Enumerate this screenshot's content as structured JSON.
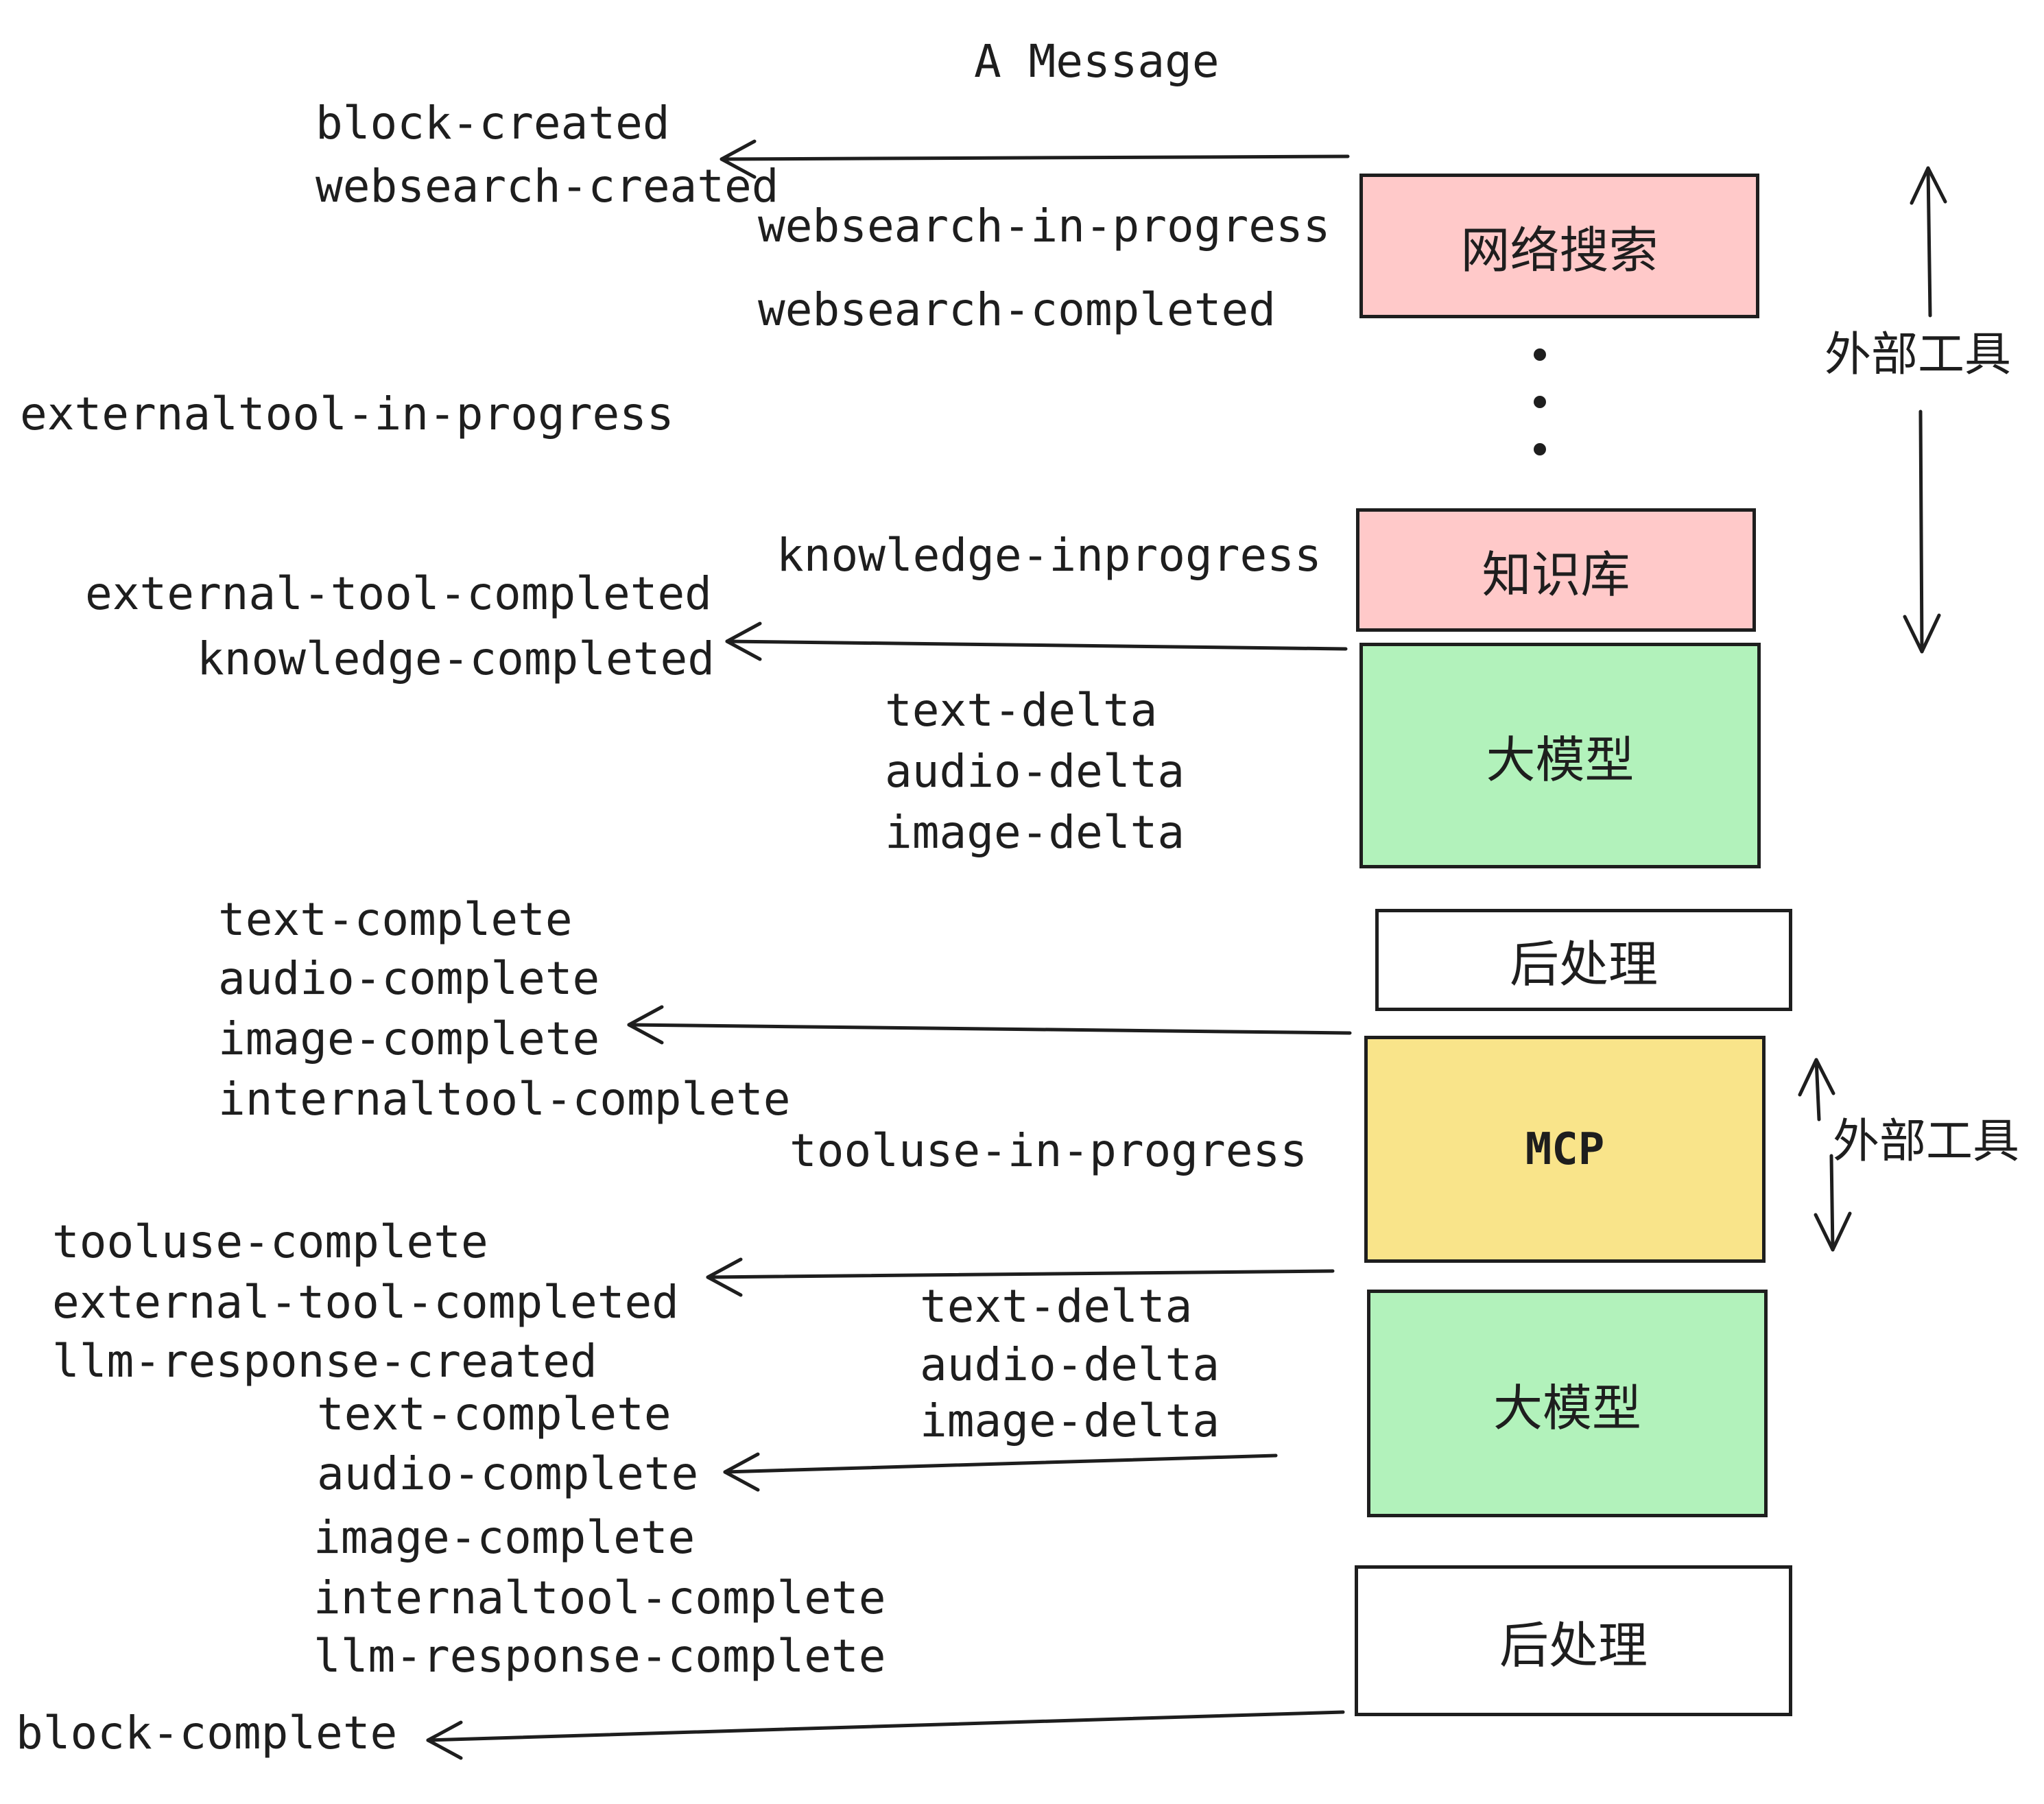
{
  "title": "A Message",
  "events": [
    {
      "text": "block-created"
    },
    {
      "text": "websearch-created"
    },
    {
      "text": "websearch-in-progress"
    },
    {
      "text": "websearch-completed"
    },
    {
      "text": "externaltool-in-progress"
    },
    {
      "text": "knowledge-inprogress"
    },
    {
      "text": "external-tool-completed"
    },
    {
      "text": "knowledge-completed"
    },
    {
      "text": "text-delta"
    },
    {
      "text": "audio-delta"
    },
    {
      "text": "image-delta"
    },
    {
      "text": "text-complete"
    },
    {
      "text": "audio-complete"
    },
    {
      "text": "image-complete"
    },
    {
      "text": "internaltool-complete"
    },
    {
      "text": "tooluse-in-progress"
    },
    {
      "text": "tooluse-complete"
    },
    {
      "text": "external-tool-completed"
    },
    {
      "text": "llm-response-created"
    },
    {
      "text": "text-delta"
    },
    {
      "text": "audio-delta"
    },
    {
      "text": "image-delta"
    },
    {
      "text": "text-complete"
    },
    {
      "text": "audio-complete"
    },
    {
      "text": "image-complete"
    },
    {
      "text": "internaltool-complete"
    },
    {
      "text": "llm-response-complete"
    },
    {
      "text": "block-complete"
    }
  ],
  "boxes": [
    {
      "label": "网络搜索",
      "color": "#ffc9c9"
    },
    {
      "label": "知识库",
      "color": "#ffc9c9"
    },
    {
      "label": "大模型",
      "color": "#b2f2bb"
    },
    {
      "label": "后处理",
      "color": "#ffffff"
    },
    {
      "label": "MCP",
      "color": "#f9e48a"
    },
    {
      "label": "大模型",
      "color": "#b2f2bb"
    },
    {
      "label": "后处理",
      "color": "#ffffff"
    }
  ],
  "side_labels": [
    {
      "text": "外部工具"
    },
    {
      "text": "外部工具"
    }
  ],
  "colors": {
    "ink": "#1e1e1e",
    "pink": "#ffc9c9",
    "green": "#b2f2bb",
    "yellow": "#f9e48a",
    "white": "#ffffff",
    "background": "#ffffff"
  }
}
